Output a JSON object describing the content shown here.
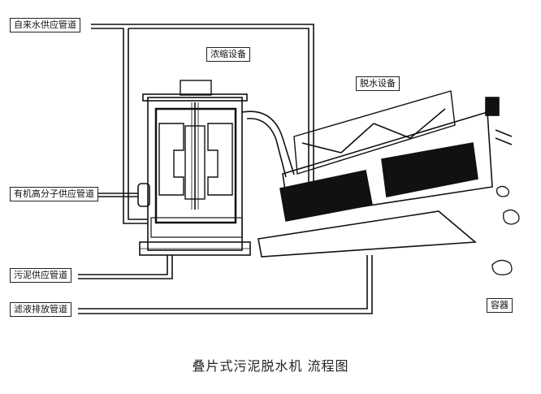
{
  "labels": {
    "tap_water": "自来水供应管道",
    "thickening": "浓缩设备",
    "dewatering": "脱水设备",
    "polymer": "有机高分子供应管道",
    "sludge": "污泥供应管道",
    "filtrate": "滤液排放管道",
    "container": "容器"
  },
  "caption": "叠片式污泥脱水机 流程图"
}
